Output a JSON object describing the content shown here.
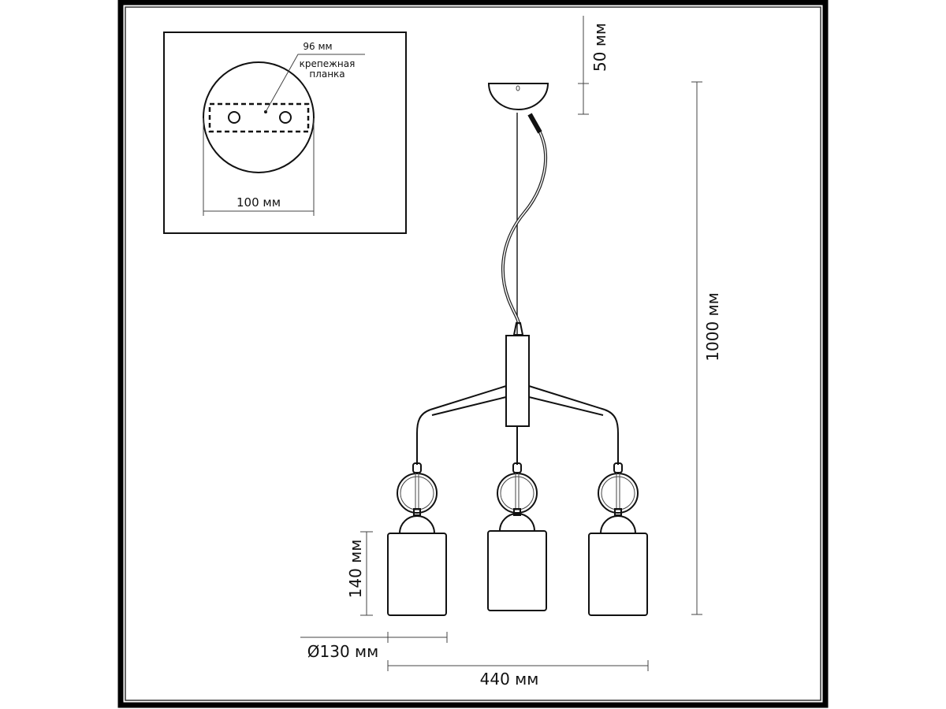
{
  "inset": {
    "bar_spacing": "96 мм",
    "bar_label_line1": "крепежная",
    "bar_label_line2": "планка",
    "canopy_diameter": "100 мм"
  },
  "dimensions": {
    "canopy_height": "50 мм",
    "total_height": "1000 мм",
    "shade_height": "140 мм",
    "shade_diameter": "Ø130 мм",
    "total_width": "440 мм"
  },
  "colors": {
    "line": "#111111",
    "frame": "#000000",
    "background": "#ffffff"
  }
}
